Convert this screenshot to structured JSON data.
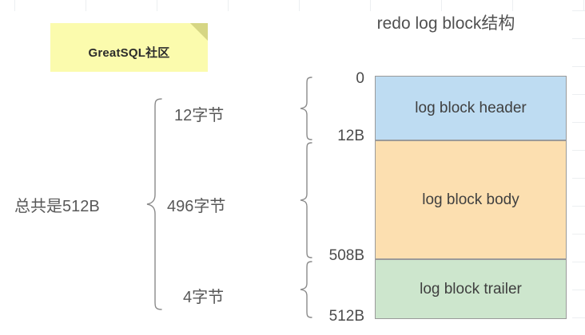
{
  "title": "redo log block结构",
  "sticky_note": {
    "label": "GreatSQL社区",
    "bg_color": "#fbfbad",
    "fold_color": "#d6d684"
  },
  "total": {
    "label": "总共是512B"
  },
  "sizes": [
    {
      "label": "12字节"
    },
    {
      "label": "496字节"
    },
    {
      "label": "4字节"
    }
  ],
  "offsets": [
    {
      "label": "0"
    },
    {
      "label": "12B"
    },
    {
      "label": "508B"
    },
    {
      "label": "512B"
    }
  ],
  "blocks": [
    {
      "label": "log block header",
      "color": "#bedcf2"
    },
    {
      "label": "log block body",
      "color": "#fcdfb0"
    },
    {
      "label": "log block trailer",
      "color": "#cde6cd"
    }
  ]
}
